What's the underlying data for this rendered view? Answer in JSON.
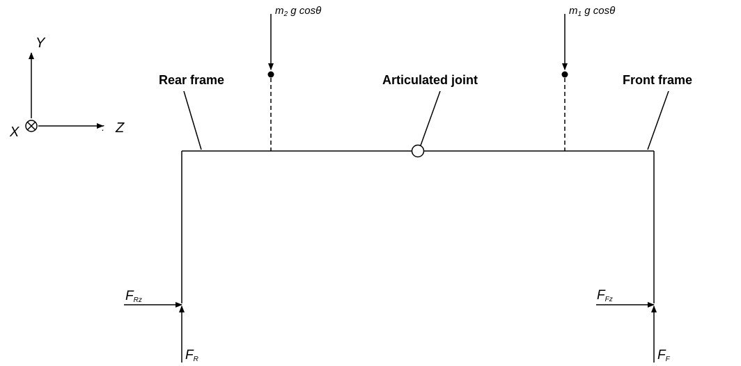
{
  "labels": {
    "rear_frame": "Rear frame",
    "front_frame": "Front frame",
    "articulated_joint": "Articulated joint"
  },
  "loads": {
    "rear_load": {
      "mass": "m",
      "mass_sub": "2",
      "rest": " g cosθ"
    },
    "front_load": {
      "mass": "m",
      "mass_sub": "1",
      "rest": " g cosθ"
    }
  },
  "forces": {
    "rear_z": {
      "symbol": "F",
      "sub": "Rz"
    },
    "rear_normal": {
      "symbol": "F",
      "sub": "R"
    },
    "front_z": {
      "symbol": "F",
      "sub": "Fz"
    },
    "front_normal": {
      "symbol": "F",
      "sub": "F"
    }
  },
  "axes": {
    "y": "Y",
    "z": "Z",
    "x": "X",
    "z_marker": ":"
  }
}
